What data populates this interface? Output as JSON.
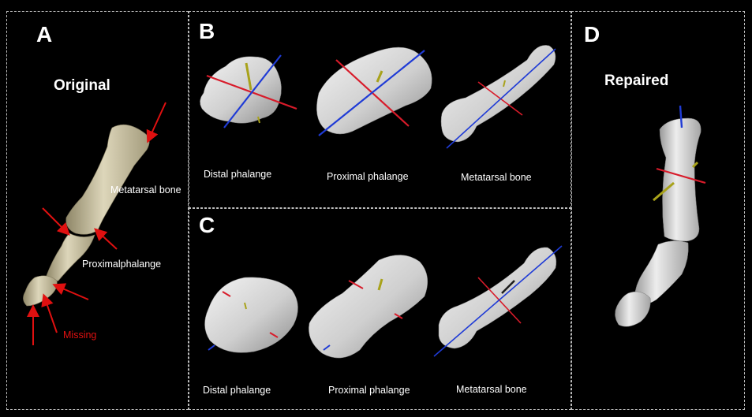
{
  "panels": {
    "a": {
      "letter": "A",
      "title": "Original",
      "labels": {
        "metatarsal": "Metatarsal bone",
        "proximal": "Proximalphalange",
        "missing": "Missing"
      }
    },
    "b": {
      "letter": "B",
      "labels": {
        "distal": "Distal phalange",
        "proximal": "Proximal phalange",
        "metatarsal": "Metatarsal bone"
      }
    },
    "c": {
      "letter": "C",
      "labels": {
        "distal": "Distal phalange",
        "proximal": "Proximal phalange",
        "metatarsal": "Metatarsal bone"
      }
    },
    "d": {
      "letter": "D",
      "title": "Repaired"
    }
  },
  "colors": {
    "background": "#000000",
    "arrow": "#e01010",
    "axis_red": "#d81b2a",
    "axis_blue": "#1f3bd6",
    "axis_yellow": "#a8a21a",
    "bone_original": "#d9d1b4",
    "bone_white": "#e6e6e6"
  }
}
